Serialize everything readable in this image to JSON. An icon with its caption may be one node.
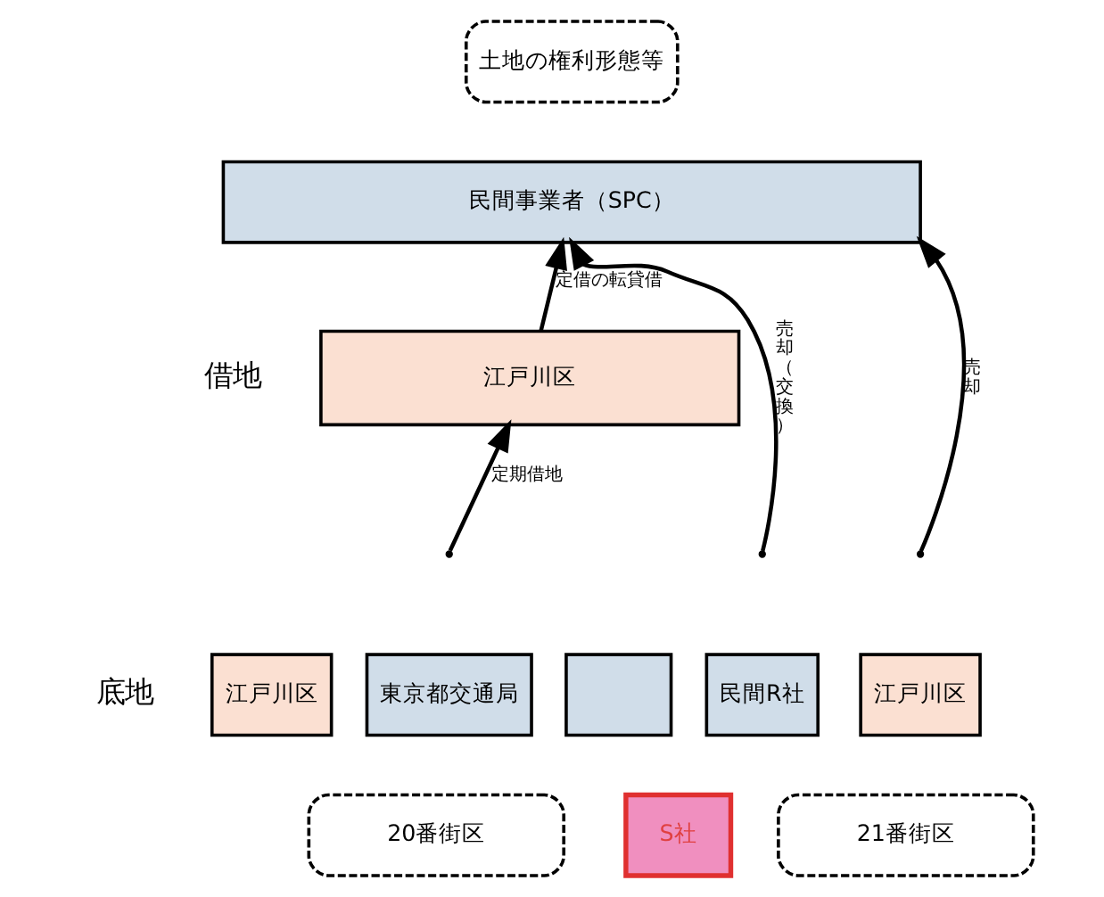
{
  "diagram": {
    "nodes": [
      {
        "text": [
          "土地の権利形態等"
        ]
      },
      {
        "text": [
          "民間事業者（SPC）"
        ]
      },
      {
        "text": [
          "江戸川区"
        ]
      },
      {
        "text": [
          "江戸川区"
        ]
      },
      {
        "text": [
          "東京都交通局"
        ]
      },
      {
        "text": [],
        "shape": "box"
      },
      {
        "text": [
          "民間R社"
        ]
      },
      {
        "text": [
          "江戸川区"
        ]
      },
      {
        "text": [
          "20番街区"
        ]
      },
      {
        "text": [
          "S社"
        ]
      },
      {
        "text": [
          "21番街区"
        ]
      }
    ],
    "edges": [
      {
        "from": 2,
        "to": 1,
        "arrow": "to",
        "label": "定借の転貸借"
      },
      {
        "from": null,
        "to": 2,
        "arrow": "to",
        "label": "定期借地"
      },
      {
        "from": null,
        "to": 1,
        "arrow": "to",
        "label": "売却（交換）"
      },
      {
        "from": null,
        "to": 1,
        "arrow": "to",
        "label": "売却"
      }
    ],
    "labels": [
      "借地",
      "底地"
    ]
  }
}
